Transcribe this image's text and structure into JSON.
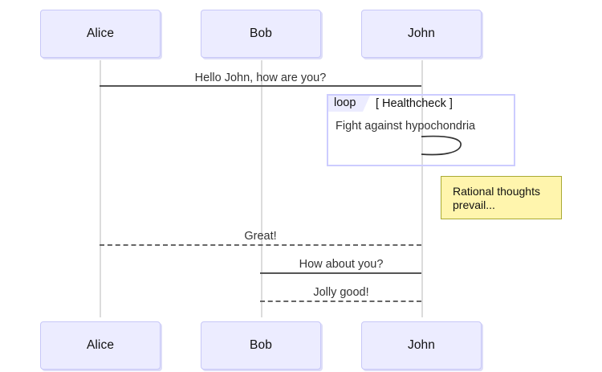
{
  "diagram": {
    "type": "sequence-diagram",
    "colors": {
      "actor_fill": "#ececff",
      "actor_border": "#c8c8f8",
      "lifeline": "#dcdcdc",
      "message_line": "#555555",
      "message_text": "#333333",
      "loop_border": "#ccccff",
      "loop_tag_fill": "#ececff",
      "note_fill": "#fff5ad",
      "note_border": "#aaaa33"
    },
    "participants": [
      {
        "id": "alice",
        "label": "Alice"
      },
      {
        "id": "bob",
        "label": "Bob"
      },
      {
        "id": "john",
        "label": "John"
      }
    ],
    "messages": [
      {
        "id": "m1",
        "from": "alice",
        "to": "john",
        "label": "Hello John, how are you?",
        "style": "solid"
      },
      {
        "id": "m2",
        "from": "john",
        "to": "john",
        "label": "Fight against hypochondria",
        "style": "self-loop"
      },
      {
        "id": "m3",
        "from": "john",
        "to": "alice",
        "label": "Great!",
        "style": "dashed"
      },
      {
        "id": "m4",
        "from": "bob",
        "to": "john",
        "label": "How about you?",
        "style": "solid"
      },
      {
        "id": "m5",
        "from": "john",
        "to": "bob",
        "label": "Jolly good!",
        "style": "dashed"
      }
    ],
    "loops": [
      {
        "id": "loop1",
        "keyword": "loop",
        "title": "[ Healthcheck ]"
      }
    ],
    "notes": [
      {
        "id": "note1",
        "over": "john",
        "text": "Rational thoughts\nprevail..."
      }
    ]
  }
}
